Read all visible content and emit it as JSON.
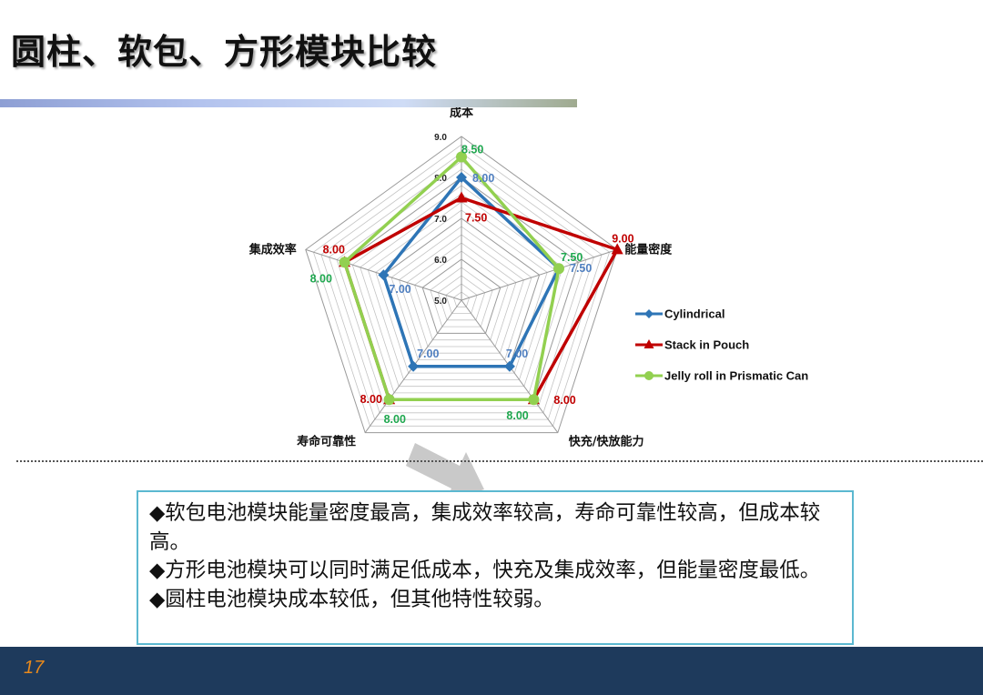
{
  "slide": {
    "title": "圆柱、软包、方形模块比较",
    "page_number": "17",
    "bullets": [
      "◆软包电池模块能量密度最高，集成效率较高，寿命可靠性较高，但成本较高。",
      "◆方形电池模块可以同时满足低成本，快充及集成效率，但能量密度最低。",
      "◆圆柱电池模块成本较低，但其他特性较弱。"
    ]
  },
  "chart_data": {
    "type": "radar",
    "axes": [
      "成本",
      "能量密度",
      "快充/快放能力",
      "寿命可靠性",
      "集成效率"
    ],
    "rlim": [
      5,
      9
    ],
    "tick_labels": [
      "5.0",
      "6.0",
      "7.0",
      "8.0",
      "9.0"
    ],
    "series": [
      {
        "name": "Cylindrical",
        "values": [
          8.0,
          7.5,
          7.0,
          7.0,
          7.0
        ],
        "color": "#2e75b6",
        "label_color": "#4f7fc0",
        "marker": "diamond",
        "labels": [
          "8.00",
          "7.50",
          "7.00",
          "7.00",
          "7.00"
        ]
      },
      {
        "name": "Stack in Pouch",
        "values": [
          7.5,
          9.0,
          8.0,
          8.0,
          8.0
        ],
        "color": "#c00000",
        "label_color": "#c00000",
        "marker": "triangle",
        "labels": [
          "7.50",
          "9.00",
          "8.00",
          "8.00",
          "8.00"
        ]
      },
      {
        "name": "Jelly roll in Prismatic Can",
        "values": [
          8.5,
          7.5,
          8.0,
          8.0,
          8.0
        ],
        "color": "#92d050",
        "label_color": "#1fa84f",
        "marker": "circle",
        "labels": [
          "8.50",
          "7.50",
          "8.00",
          "8.00",
          "8.00"
        ]
      }
    ],
    "grid": true,
    "legend": "right"
  }
}
